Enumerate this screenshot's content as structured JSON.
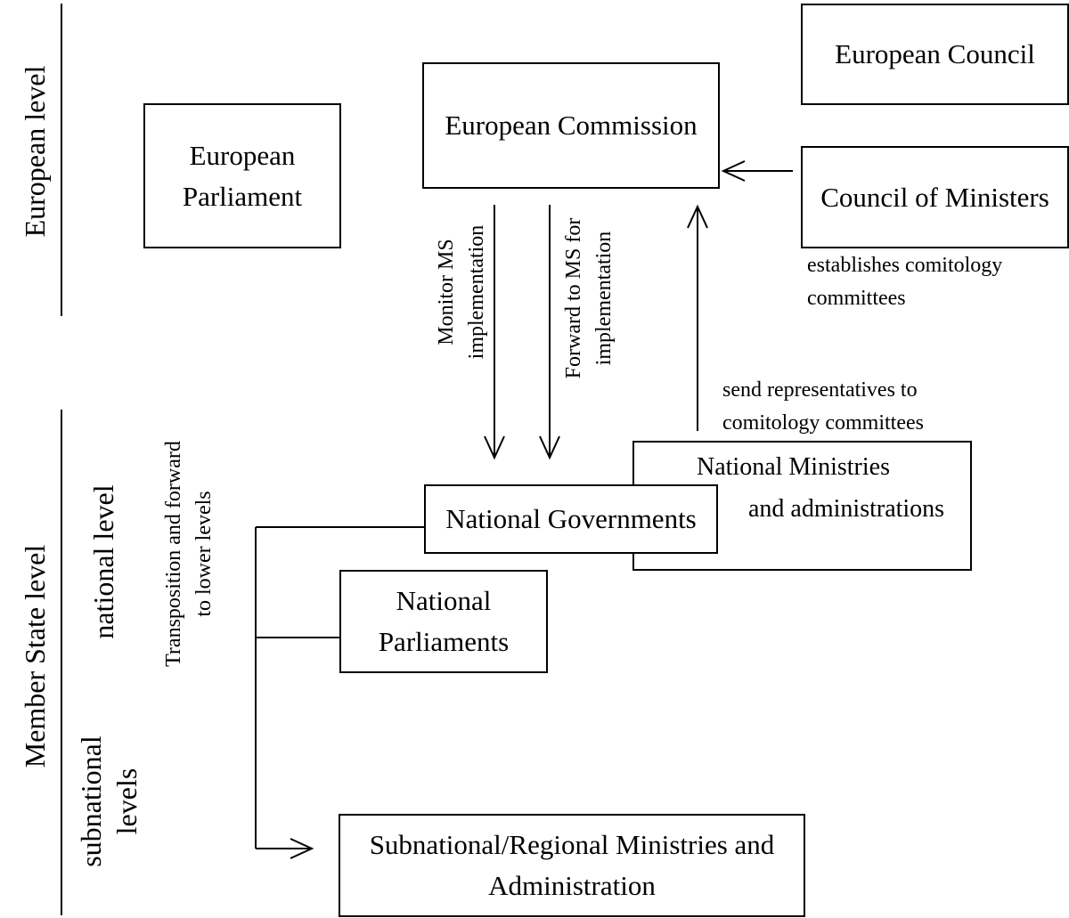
{
  "levels": {
    "european": "European level",
    "member_state": "Member State level",
    "national": "national level",
    "subnational_line1": "subnational",
    "subnational_line2": "levels"
  },
  "boxes": {
    "european_parliament_line1": "European",
    "european_parliament_line2": "Parliament",
    "european_commission": "European Commission",
    "european_council": "European Council",
    "council_of_ministers": "Council of Ministers",
    "national_governments": "National Governments",
    "national_ministries_line1": "National Ministries",
    "national_ministries_line2": "and administrations",
    "national_parliaments_line1": "National",
    "national_parliaments_line2": "Parliaments",
    "subnational_line1": "Subnational/Regional Ministries and",
    "subnational_line2": "Administration"
  },
  "labels": {
    "establishes_line1": "establishes comitology",
    "establishes_line2": "committees",
    "send_line1": "send representatives to",
    "send_line2": "comitology committees",
    "monitor_line1": "Monitor MS",
    "monitor_line2": "implementation",
    "forward_line1": "Forward to MS for",
    "forward_line2": "implementation",
    "transposition_line1": "Transposition and forward",
    "transposition_line2": "to lower levels"
  }
}
